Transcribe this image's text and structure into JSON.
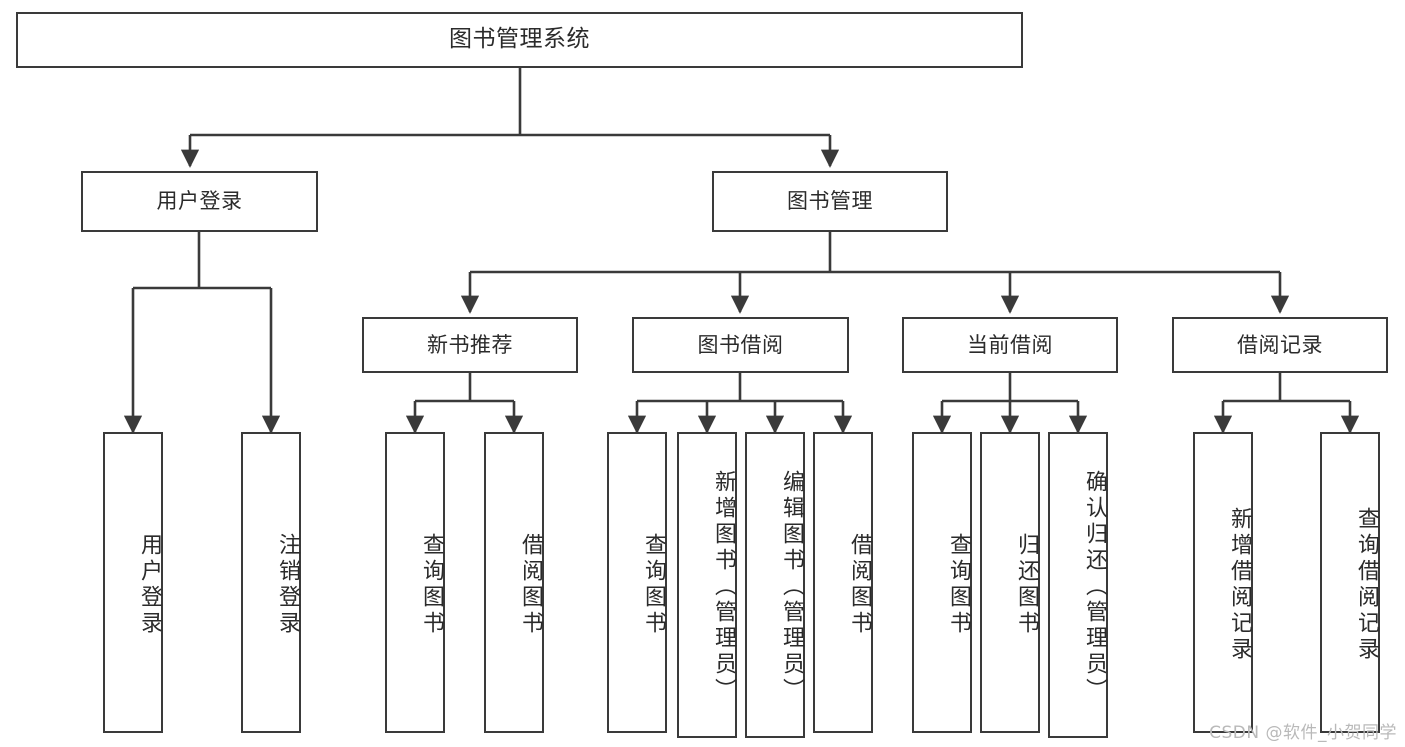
{
  "diagram": {
    "type": "tree",
    "title": "图书管理系统",
    "root": {
      "label": "图书管理系统"
    },
    "level2": [
      {
        "label": "用户登录"
      },
      {
        "label": "图书管理"
      }
    ],
    "level3": [
      {
        "label": "新书推荐"
      },
      {
        "label": "图书借阅"
      },
      {
        "label": "当前借阅"
      },
      {
        "label": "借阅记录"
      }
    ],
    "leaves": {
      "user_login": [
        {
          "label": "用户登录"
        },
        {
          "label": "注销登录"
        }
      ],
      "new_book_recommend": [
        {
          "label": "查询图书"
        },
        {
          "label": "借阅图书"
        }
      ],
      "book_borrow": [
        {
          "label": "查询图书"
        },
        {
          "label": "新增图书（管理员）"
        },
        {
          "label": "编辑图书（管理员）"
        },
        {
          "label": "借阅图书"
        }
      ],
      "current_borrow": [
        {
          "label": "查询图书"
        },
        {
          "label": "归还图书"
        },
        {
          "label": "确认归还（管理员）"
        }
      ],
      "borrow_record": [
        {
          "label": "新增借阅记录"
        },
        {
          "label": "查询借阅记录"
        }
      ]
    }
  },
  "watermark": {
    "text": "CSDN @软件_小贺同学"
  },
  "colors": {
    "background": "#ffffff",
    "box_border": "#3a3a3a",
    "text": "#2b2b2b",
    "connector": "#3a3a3a",
    "watermark": "#b9b9b9"
  }
}
